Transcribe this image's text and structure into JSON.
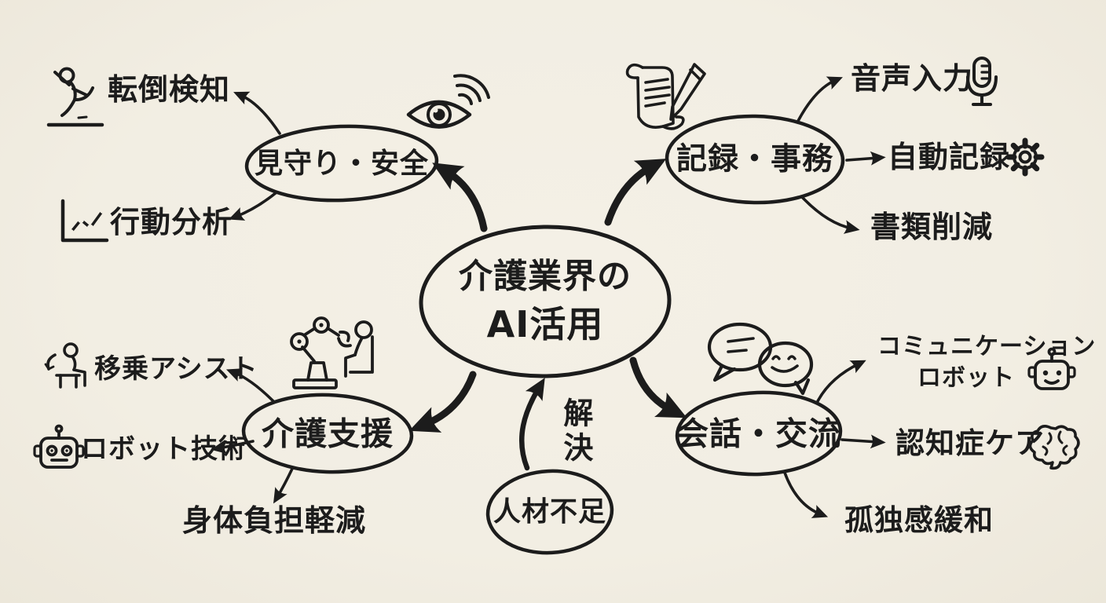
{
  "meta": {
    "type": "mindmap",
    "style": "hand-drawn ink on cream paper",
    "language": "ja"
  },
  "colors": {
    "background": "#f2eee3",
    "ink": "#1c1c1c"
  },
  "center": {
    "line1": "介護業界の",
    "line2": "AI活用"
  },
  "branches": {
    "monitoring": {
      "label": "見守り・安全",
      "icon": "eye-signal-icon",
      "children": {
        "fall": "転倒検知",
        "behavior": "行動分析"
      },
      "child_icons": {
        "fall": "falling-person-icon",
        "behavior": "line-chart-icon"
      }
    },
    "records": {
      "label": "記録・事務",
      "icon": "scroll-pencil-icon",
      "children": {
        "voice": "音声入力",
        "auto": "自動記録",
        "paper": "書類削減"
      },
      "child_icons": {
        "voice": "microphone-icon",
        "auto": "gear-icon"
      }
    },
    "care": {
      "label": "介護支援",
      "icon": "robot-arm-icon",
      "children": {
        "transfer": "移乗アシスト",
        "robot": "ロボット技術",
        "burden": "身体負担軽減"
      },
      "child_icons": {
        "transfer": "seated-person-icon",
        "robot": "robot-face-icon"
      }
    },
    "talk": {
      "label": "会話・交流",
      "icon": "speech-bubbles-icon",
      "children": {
        "commrobot_line1": "コミュニケーション",
        "commrobot_line2": "ロボット",
        "dementia": "認知症ケア",
        "lonely": "孤独感緩和"
      },
      "child_icons": {
        "commrobot": "robot-head-icon",
        "dementia": "brain-icon"
      }
    }
  },
  "problem": {
    "label": "人材不足",
    "arrow_label": "解決"
  }
}
